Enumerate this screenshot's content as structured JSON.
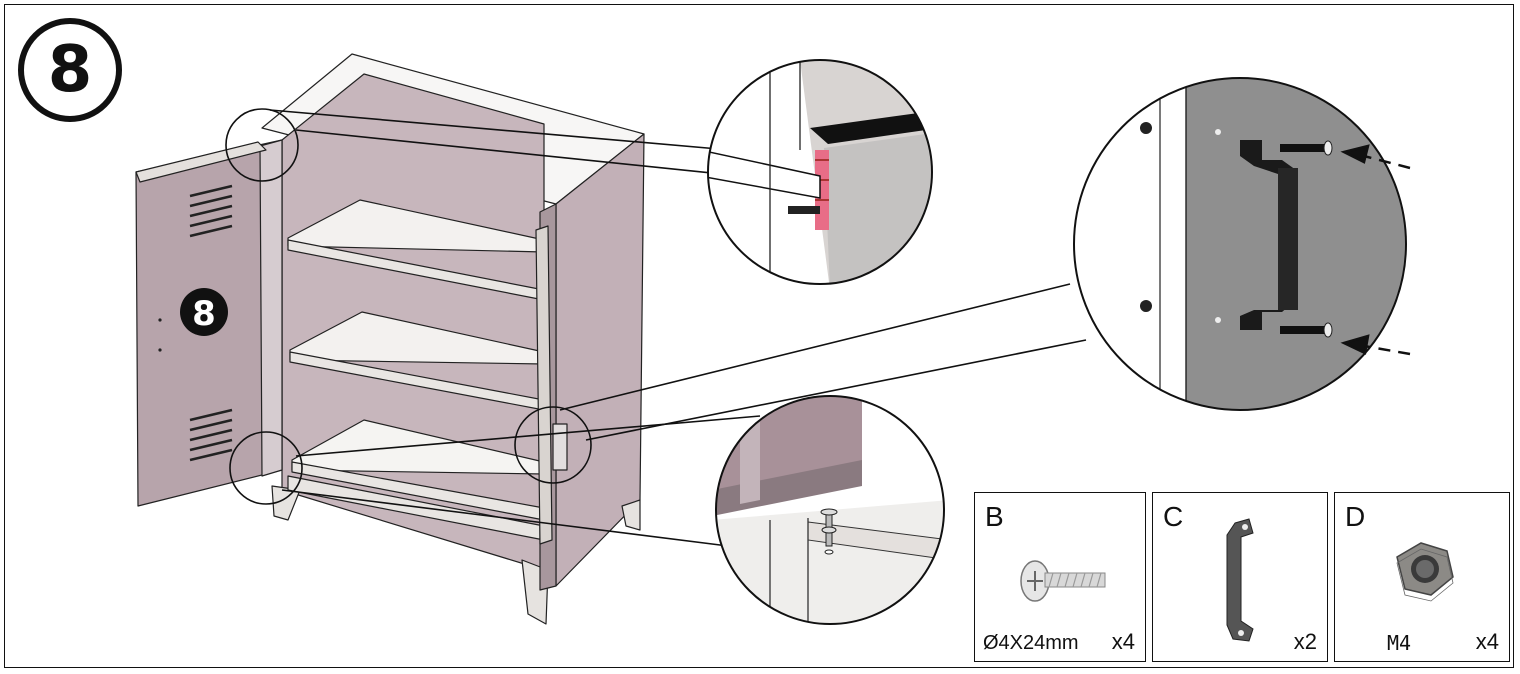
{
  "step": {
    "number": "8",
    "door_marker": "8"
  },
  "parts": [
    {
      "letter": "B",
      "spec": "Ø4X24mm",
      "qty": "x4",
      "icon": "screw-icon"
    },
    {
      "letter": "C",
      "spec": "",
      "qty": "x2",
      "icon": "handle-bracket-icon"
    },
    {
      "letter": "D",
      "spec": "M4",
      "qty": "x4",
      "icon": "hex-nut-icon"
    }
  ],
  "colors": {
    "cabinet": "#c7b6bc",
    "cabinet_dark": "#9f8c93",
    "shelf": "#f3f1ef",
    "inset_bg": "#8e8e8e",
    "line": "#111111"
  }
}
